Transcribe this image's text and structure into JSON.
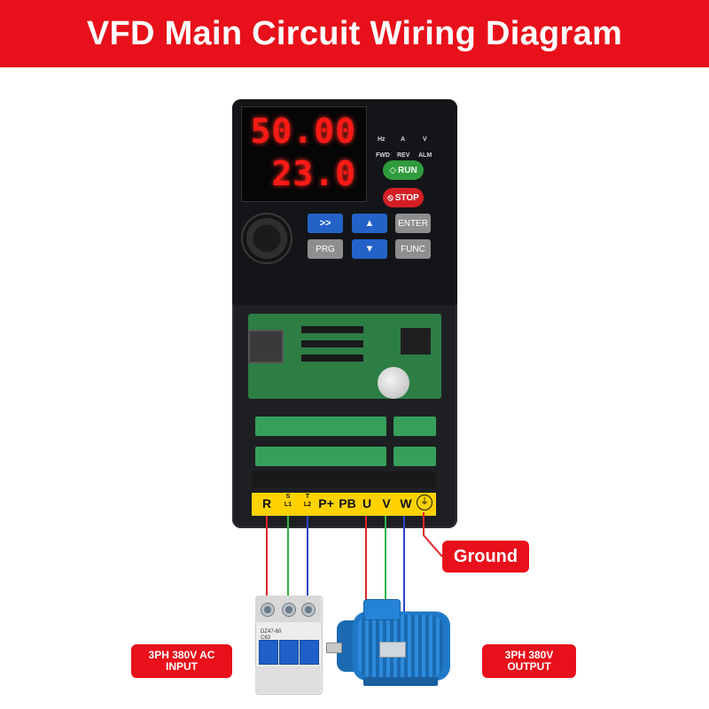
{
  "banner": {
    "title": "VFD Main Circuit Wiring Diagram"
  },
  "display": {
    "frequency": "50.00",
    "current": "23.0"
  },
  "indicators": {
    "hz": "Hz",
    "a": "A",
    "v": "V",
    "fwd": "FWD",
    "rev": "REV",
    "alm": "ALM"
  },
  "buttons": {
    "run": "RUN",
    "stop": "STOP",
    "shift": ">>",
    "up": "▲",
    "down": "▼",
    "enter": "ENTER",
    "prg": "PRG",
    "func": "FUNC"
  },
  "terminals": {
    "r": "R",
    "s_top": "S",
    "s_bottom": "L1",
    "t_top": "T",
    "t_bottom": "L2",
    "p_plus": "P+",
    "pb": "PB",
    "u": "U",
    "v": "V",
    "w": "W",
    "ground_symbol": "⏚"
  },
  "callouts": {
    "ground": "Ground",
    "input_line1": "3PH 380V AC",
    "input_line2": "INPUT",
    "output_line1": "3PH 380V",
    "output_line2": "OUTPUT"
  },
  "breaker_marking": {
    "line1": "DZ47-60",
    "line2": "C63"
  },
  "colors": {
    "banner": "#e8101a",
    "wire_red": "#e0262b",
    "wire_green": "#2fb24a",
    "wire_blue": "#2c45c9",
    "terminal_strip": "#ffd200"
  }
}
